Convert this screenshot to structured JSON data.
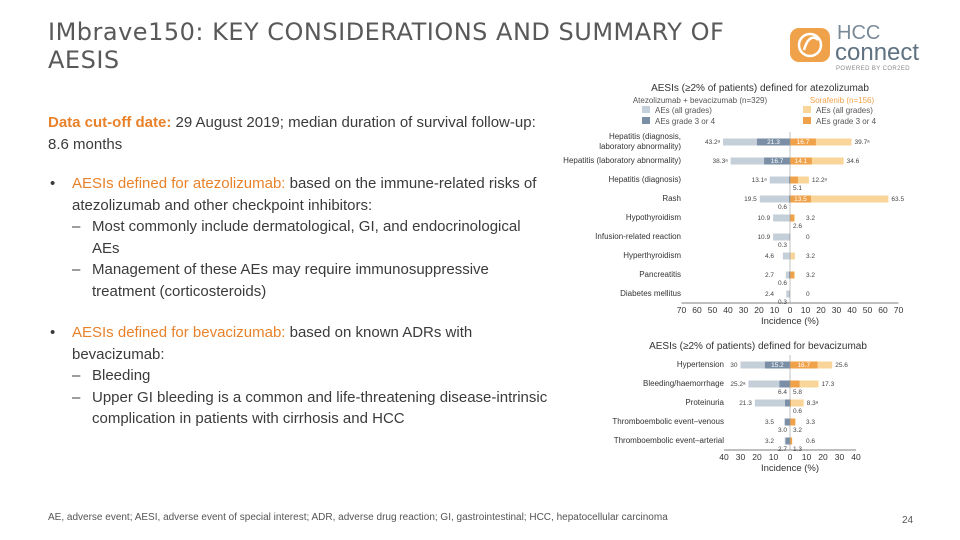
{
  "title": "IMbrave150: KEY CONSIDERATIONS AND SUMMARY OF AESIS",
  "logo": {
    "line1": "HCC",
    "line2": "connect",
    "tagline": "POWERED BY COR2ED"
  },
  "left": {
    "cutoff_label": "Data cut-off date:",
    "cutoff_text": " 29 August 2019; median duration of survival follow-up: 8.6 months",
    "bullet1_head": "AESIs defined for atezolizumab:",
    "bullet1_text": " based on the immune-related risks of atezolizumab and other checkpoint inhibitors:",
    "bullet1_subs": [
      "Most commonly include dermatological, GI, and endocrinological AEs",
      "Management of these AEs may require immunosuppressive treatment (corticosteroids)"
    ],
    "bullet2_head": "AESIs defined for bevacizumab:",
    "bullet2_text": " based on known ADRs with bevacizumab:",
    "bullet2_subs": [
      "Bleeding",
      "Upper GI bleeding is a common and life-threatening disease-intrinsic complication in patients with cirrhosis and HCC"
    ]
  },
  "legend": {
    "left_head": "Atezolizumab + bevacizumab (n=329)",
    "right_head": "Sorafenib (n=156)",
    "left_all": "AEs (all grades)",
    "left_g34": "AEs grade 3 or 4",
    "right_all": "AEs (all grades)",
    "right_g34": "AEs grade 3 or 4"
  },
  "colors": {
    "ab_all": "#c5cfd9",
    "ab_g34": "#7a8fa6",
    "sor_all": "#f9d59a",
    "sor_g34": "#f0a24a",
    "axis": "#555555"
  },
  "chart_data": [
    {
      "type": "bar",
      "title": "AESIs (≥2% of patients) defined for atezolizumab",
      "xlabel": "Incidence (%)",
      "xlim": [
        -70,
        70
      ],
      "ticks": [
        70,
        60,
        50,
        40,
        30,
        20,
        10,
        0,
        10,
        20,
        30,
        40,
        50,
        60,
        70
      ],
      "categories": [
        "Hepatitis (diagnosis, laboratory abnormality)",
        "Hepatitis (laboratory abnormality)",
        "Hepatitis (diagnosis)",
        "Rash",
        "Hypothyroidism",
        "Infusion-related reaction",
        "Hyperthyroidism",
        "Pancreatitis",
        "Diabetes mellitus"
      ],
      "series": [
        {
          "name": "AEs (all grades)",
          "values": [
            43.2,
            38.3,
            13.1,
            19.5,
            10.9,
            10.9,
            4.6,
            2.7,
            2.4
          ],
          "labels": [
            "43.2ᵃ",
            "38.3ᵃ",
            "13.1ᵃ",
            "19.5",
            "10.9",
            "10.9",
            "4.6",
            "2.7",
            "2.4"
          ]
        },
        {
          "name": "AEs grade 3 or 4",
          "values": [
            21.3,
            16.7,
            0.6,
            0.6,
            0,
            0.3,
            0,
            0.6,
            0.3
          ],
          "labels": [
            "21.3",
            "16.7",
            "",
            "0.6",
            "",
            "0.3",
            "",
            "0.6",
            "0.3"
          ]
        },
        {
          "name": "AEs (all grades)",
          "values": [
            39.7,
            34.6,
            12.2,
            63.5,
            3.2,
            0,
            3.2,
            3.2,
            0
          ],
          "labels": [
            "39.7ᵃ",
            "34.6",
            "12.2ᵃ",
            "63.5",
            "3.2",
            "0",
            "3.2",
            "3.2",
            "0"
          ]
        },
        {
          "name": "AEs grade 3 or 4",
          "values": [
            16.7,
            14.1,
            5.1,
            13.5,
            2.6,
            0,
            0,
            2.6,
            0
          ],
          "labels": [
            "16.7",
            "14.1",
            "5.1",
            "13.5",
            "2.6",
            "",
            "",
            "",
            ""
          ]
        }
      ]
    },
    {
      "type": "bar",
      "title": "AESIs (≥2% of patients) defined for bevacizumab",
      "xlabel": "Incidence (%)",
      "xlim": [
        -40,
        40
      ],
      "ticks": [
        40,
        30,
        20,
        10,
        0,
        10,
        20,
        30,
        40
      ],
      "categories": [
        "Hypertension",
        "Bleeding/haemorrhage",
        "Proteinuria",
        "Thromboembolic event–venous",
        "Thromboembolic event–arterial"
      ],
      "series": [
        {
          "name": "AEs (all grades)",
          "values": [
            30,
            25.2,
            21.3,
            3.5,
            3.2
          ],
          "labels": [
            "30",
            "25.2ᵃ",
            "21.3",
            "3.5",
            "3.2"
          ]
        },
        {
          "name": "AEs grade 3 or 4",
          "values": [
            15.2,
            6.4,
            3,
            3,
            2.7
          ],
          "labels": [
            "15.2",
            "6.4",
            "",
            "3.0",
            "2.7"
          ]
        },
        {
          "name": "AEs (all grades)",
          "values": [
            25.6,
            17.3,
            8.3,
            3.3,
            0.6
          ],
          "labels": [
            "25.6",
            "17.3",
            "8.3ᵃ",
            "3.3",
            "0.6"
          ]
        },
        {
          "name": "AEs grade 3 or 4",
          "values": [
            16.7,
            5.8,
            0.6,
            3.2,
            1.3
          ],
          "labels": [
            "16.7",
            "5.8",
            "0.6",
            "3.2",
            "1.3"
          ]
        }
      ]
    }
  ],
  "footer": "AE, adverse event; AESI, adverse event of special interest; ADR, adverse drug reaction; GI, gastrointestinal; HCC, hepatocellular carcinoma",
  "page_number": "24"
}
